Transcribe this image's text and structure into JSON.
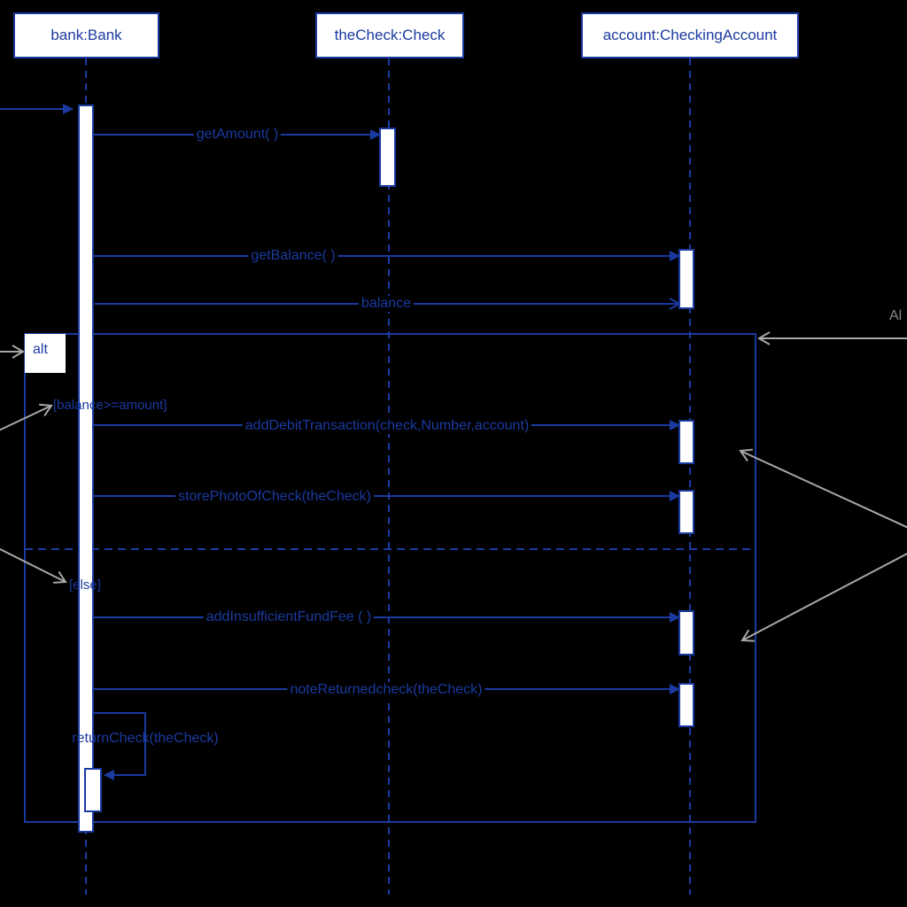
{
  "lifelines": {
    "bank": "bank:Bank",
    "check": "theCheck:Check",
    "account": "account:CheckingAccount"
  },
  "messages": {
    "get_amount": "getAmount( )",
    "get_balance": "getBalance( )",
    "balance_return": "balance",
    "add_debit": "addDebitTransaction(check,Number,account)",
    "store_photo": "storePhotoOfCheck(theCheck)",
    "add_fee": "addInsufficientFundFee ( )",
    "note_returned": "noteReturnedcheck(theCheck)",
    "return_check": "returnCheck(theCheck)"
  },
  "fragment": {
    "operator": "alt",
    "guard_1": "[balance>=amount]",
    "guard_2": "[else]"
  },
  "annotation": {
    "partial_text": "Al"
  },
  "colors": {
    "background": "#000000",
    "primary": "#1b3aa0",
    "box_fill": "#ffffff",
    "note_gray": "#888888"
  }
}
